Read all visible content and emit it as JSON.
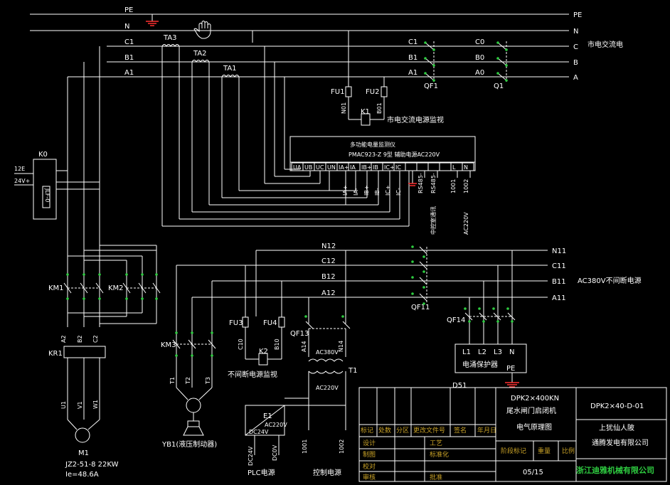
{
  "colors": {
    "background": "#000000",
    "line": "#ffffff",
    "ground": "#ff3030",
    "node": "#2ecc40",
    "titleblock_label": "#c9a227",
    "company": "#2ecc40"
  },
  "icons": {
    "hand": "hand-cursor-icon"
  },
  "bus": {
    "left": {
      "pe": "PE",
      "n": "N",
      "c1": "C1",
      "b1": "B1",
      "a1": "A1"
    },
    "right": {
      "pe": "PE",
      "n": "N",
      "c": "C",
      "b": "B",
      "a": "A"
    },
    "mains_label": "市电交流电",
    "qf1": {
      "c": "C1",
      "b": "B1",
      "a": "A1",
      "name": "QF1"
    },
    "q1": {
      "c": "C0",
      "b": "B0",
      "a": "A0",
      "name": "Q1"
    }
  },
  "ct": {
    "ta3": "TA3",
    "ta2": "TA2",
    "ta1": "TA1"
  },
  "fuses": {
    "fu1": "FU1",
    "fu2": "FU2",
    "fu3": "FU3",
    "fu4": "FU4"
  },
  "k1": {
    "name": "K1",
    "label": "市电交流电源监视",
    "w1": "N01",
    "w2": "B01"
  },
  "meter": {
    "title": "多功能电量监测仪",
    "model": "PMAC923-Z 9型  辅助电源AC220V",
    "terminals": [
      "UA",
      "UB",
      "UC",
      "UN",
      "IA+",
      "IA",
      "IB+",
      "IB",
      "IC+",
      "IC",
      "",
      "",
      "",
      "",
      "L",
      "N"
    ],
    "currents": [
      "IA+",
      "IA-",
      "IB+",
      "IB-",
      "IC+",
      "IC-"
    ],
    "rs485a": "RS485-",
    "rs485b": "RS485-",
    "l_side": "1001",
    "n_side": "1002",
    "comm": "中控室通讯",
    "supply": "AC220V"
  },
  "k0": {
    "name": "K0",
    "in1": "12E",
    "in2": "24V+",
    "relay": "JLF-0"
  },
  "contactors": {
    "km1": "KM1",
    "km2": "KM2",
    "km3": "KM3",
    "kr1": "KR1"
  },
  "motor_main": {
    "a2": "A2",
    "b2": "B2",
    "c2": "C2",
    "u1": "U1",
    "v1": "V1",
    "w1": "W1",
    "name": "M1",
    "model": "JZ2-51-8  22KW",
    "current": "Ie=48.6A"
  },
  "ups_bus": {
    "n12": "N12",
    "c12": "C12",
    "b12": "B12",
    "a12": "A12",
    "qf11": "QF11"
  },
  "ups_right": {
    "n11": "N11",
    "c11": "C11",
    "b11": "B11",
    "a11": "A11",
    "label": "AC380V不间断电源"
  },
  "qf14": "QF14",
  "surge": {
    "l1": "L1",
    "l2": "L2",
    "l3": "L3",
    "n": "N",
    "pe": "PE",
    "name": "电涌保护器",
    "bottom": "D51"
  },
  "k2": {
    "name": "K2",
    "label": "不间断电源监视",
    "w1": "C10",
    "w2": "B10"
  },
  "qf13": {
    "name": "QF13",
    "w1": "A14",
    "w2": "N14"
  },
  "t1": {
    "name": "T1",
    "ac1": "AC380V",
    "ac2": "AC220V"
  },
  "e1": {
    "name": "E1",
    "ac": "AC220V",
    "dc": "DC24V",
    "out1": "DC24V",
    "out2": "DC0V",
    "label": "PLC电源"
  },
  "ctrl": {
    "w1": "1001",
    "w2": "1002",
    "label": "控制电源"
  },
  "km3_out": {
    "t1": "T1",
    "t2": "T2",
    "t3": "T3",
    "brake": "YB1(液压制动器)"
  },
  "title_block": {
    "drawing_title_1": "DPK2×400KN",
    "drawing_title_2": "尾水闸门启闭机",
    "drawing_title_3": "电气原理图",
    "drawing_no": "DPK2×40-D-01",
    "client_1": "上犹仙人陂",
    "client_2": "通腾发电有限公司",
    "header_row": [
      "标记",
      "处数",
      "分区",
      "更改文件号",
      "签名",
      "年月日"
    ],
    "design": "设计",
    "standard": "标准化",
    "craft": "工艺",
    "drawn": "制图",
    "check": "校对",
    "review": "审核",
    "approve": "批准",
    "stage_mark": "阶段标记",
    "weight": "重量",
    "scale": "比例",
    "sheet": "05/15",
    "company": "浙江迪雅机械有限公司"
  }
}
